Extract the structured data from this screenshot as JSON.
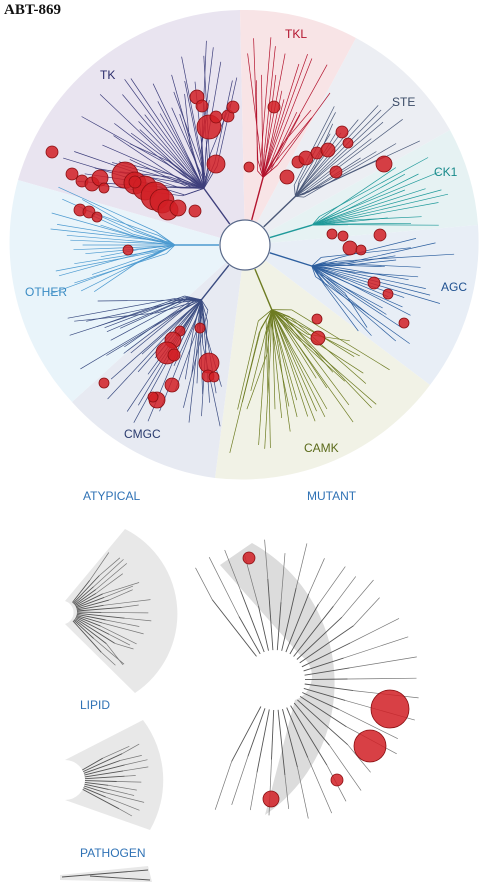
{
  "title": "ABT-869",
  "main_tree": {
    "groups": [
      {
        "name": "TK",
        "color": "#2b2c6b"
      },
      {
        "name": "TKL",
        "color": "#b3142e"
      },
      {
        "name": "STE",
        "color": "#3a4a66"
      },
      {
        "name": "CK1",
        "color": "#178a8a"
      },
      {
        "name": "AGC",
        "color": "#1d4f8f"
      },
      {
        "name": "CAMK",
        "color": "#5b6a1a"
      },
      {
        "name": "CMGC",
        "color": "#2a3b6e"
      },
      {
        "name": "OTHER",
        "color": "#3b8cc4"
      }
    ]
  },
  "sub_trees": [
    {
      "name": "ATYPICAL",
      "color": "#2f72b5"
    },
    {
      "name": "MUTANT",
      "color": "#2f72b5"
    },
    {
      "name": "LIPID",
      "color": "#2f72b5"
    },
    {
      "name": "PATHOGEN",
      "color": "#2f72b5"
    }
  ],
  "marker_color": "#d11f24"
}
